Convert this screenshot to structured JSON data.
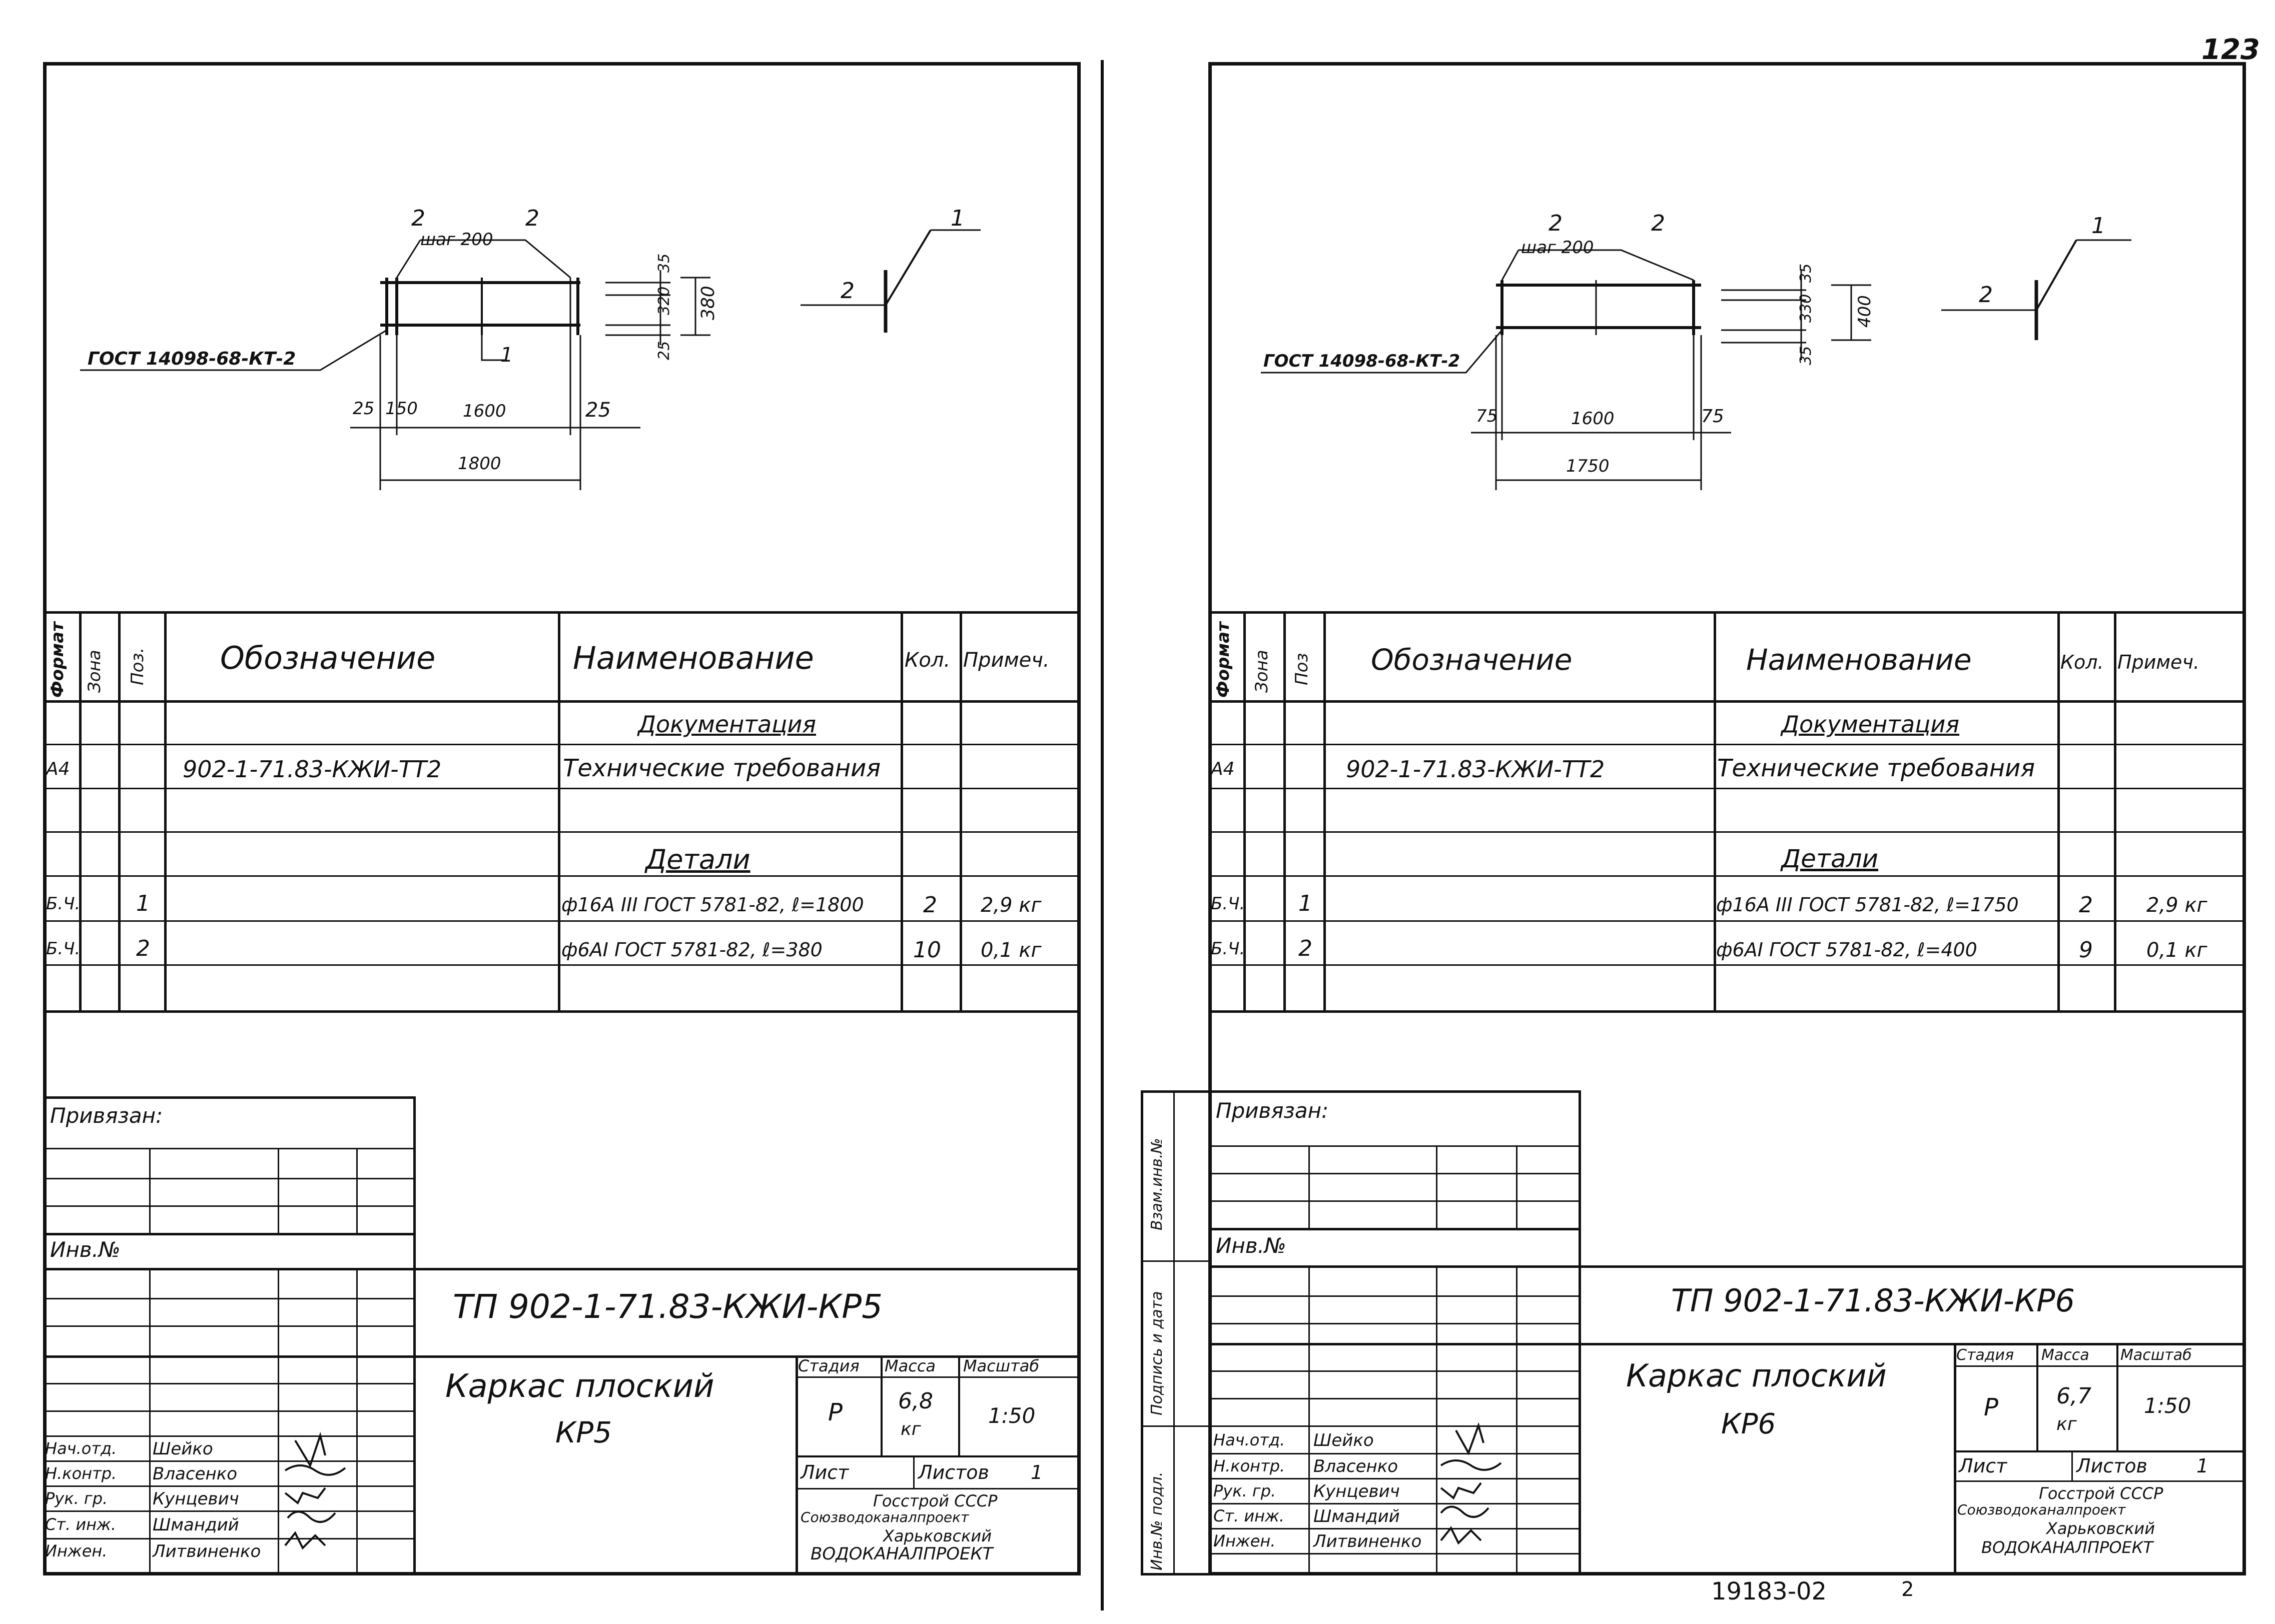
{
  "page_number": "123",
  "bottom_code": "19183-02",
  "bottom_mark": "2",
  "left": {
    "drawing": {
      "pos_top_1": "2",
      "pos_top_2": "2",
      "pitch": "шаг 200",
      "dim_35": "35",
      "dim_320": "320",
      "dim_380": "380",
      "dim_25_right": "25",
      "pos_side_1": "1",
      "pos_side_2": "2",
      "pos_mid_1": "1",
      "gost_label": "ГОСТ 14098-68-КТ-2",
      "dim_25_left": "25",
      "dim_150": "150",
      "dim_1600": "1600",
      "dim_25_end": "25",
      "dim_1800": "1800"
    },
    "spec": {
      "headers": {
        "format": "Формат",
        "zone": "Зона",
        "pos": "Поз.",
        "designation": "Обозначение",
        "name": "Наименование",
        "qty": "Кол.",
        "note": "Примеч."
      },
      "section_docs": "Документация",
      "section_parts": "Детали",
      "rows": [
        {
          "format": "А4",
          "pos": "",
          "designation": "902-1-71.83-КЖИ-ТТ2",
          "name": "Технические требования",
          "qty": "",
          "note": ""
        },
        {
          "format": "Б.Ч.",
          "pos": "1",
          "designation": "",
          "name": "ф16А III ГОСТ 5781-82, ℓ=1800",
          "qty": "2",
          "note": "2,9 кг"
        },
        {
          "format": "Б.Ч.",
          "pos": "2",
          "designation": "",
          "name": "ф6АI ГОСТ 5781-82, ℓ=380",
          "qty": "10",
          "note": "0,1 кг"
        }
      ]
    },
    "stamp": {
      "attached": "Привязан:",
      "inv": "Инв.№",
      "code": "ТП 902-1-71.83-КЖИ-КР5",
      "title_line1": "Каркас плоский",
      "title_line2": "КР5",
      "stage_label": "Стадия",
      "mass_label": "Масса",
      "scale_label": "Масштаб",
      "stage": "Р",
      "mass": "6,8",
      "mass_unit": "кг",
      "scale": "1:50",
      "sheet_label": "Лист",
      "sheets_label": "Листов",
      "sheets": "1",
      "org1": "Госстрой СССР",
      "org2": "Союзводоканалпроект",
      "org3": "Харьковский",
      "org4": "ВОДОКАНАЛПРОЕКТ",
      "roles": [
        {
          "role": "Нач.отд.",
          "name": "Шейко"
        },
        {
          "role": "Н.контр.",
          "name": "Власенко"
        },
        {
          "role": "Рук. гр.",
          "name": "Кунцевич"
        },
        {
          "role": "Ст. инж.",
          "name": "Шмандий"
        },
        {
          "role": "Инжен.",
          "name": "Литвиненко"
        }
      ]
    }
  },
  "right": {
    "drawing": {
      "pos_top_1": "2",
      "pos_top_2": "2",
      "pitch": "шаг 200",
      "dim_35": "35",
      "dim_330": "330",
      "dim_400": "400",
      "dim_35_b": "35",
      "pos_side_1": "1",
      "pos_side_2": "2",
      "gost_label": "ГОСТ 14098-68-КТ-2",
      "dim_75_left": "75",
      "dim_1600": "1600",
      "dim_75_right": "75",
      "dim_1750": "1750"
    },
    "spec": {
      "headers": {
        "format": "Формат",
        "zone": "Зона",
        "pos": "Поз",
        "designation": "Обозначение",
        "name": "Наименование",
        "qty": "Кол.",
        "note": "Примеч."
      },
      "section_docs": "Документация",
      "section_parts": "Детали",
      "rows": [
        {
          "format": "А4",
          "pos": "",
          "designation": "902-1-71.83-КЖИ-ТТ2",
          "name": "Технические требования",
          "qty": "",
          "note": ""
        },
        {
          "format": "Б.Ч.",
          "pos": "1",
          "designation": "",
          "name": "ф16А III ГОСТ 5781-82, ℓ=1750",
          "qty": "2",
          "note": "2,9 кг"
        },
        {
          "format": "Б.Ч.",
          "pos": "2",
          "designation": "",
          "name": "ф6АI ГОСТ 5781-82, ℓ=400",
          "qty": "9",
          "note": "0,1 кг"
        }
      ]
    },
    "stamp": {
      "attached": "Привязан:",
      "inv": "Инв.№",
      "side_labels": [
        "Инв.№ подл.",
        "Подпись и дата",
        "Взам.инв.№"
      ],
      "code": "ТП 902-1-71.83-КЖИ-КР6",
      "title_line1": "Каркас плоский",
      "title_line2": "КР6",
      "stage_label": "Стадия",
      "mass_label": "Масса",
      "scale_label": "Масштаб",
      "stage": "Р",
      "mass": "6,7",
      "mass_unit": "кг",
      "scale": "1:50",
      "sheet_label": "Лист",
      "sheets_label": "Листов",
      "sheets": "1",
      "org1": "Госстрой СССР",
      "org2": "Союзводоканалпроект",
      "org3": "Харьковский",
      "org4": "ВОДОКАНАЛПРОЕКТ",
      "roles": [
        {
          "role": "Нач.отд.",
          "name": "Шейко"
        },
        {
          "role": "Н.контр.",
          "name": "Власенко"
        },
        {
          "role": "Рук. гр.",
          "name": "Кунцевич"
        },
        {
          "role": "Ст. инж.",
          "name": "Шмандий"
        },
        {
          "role": "Инжен.",
          "name": "Литвиненко"
        }
      ]
    }
  }
}
